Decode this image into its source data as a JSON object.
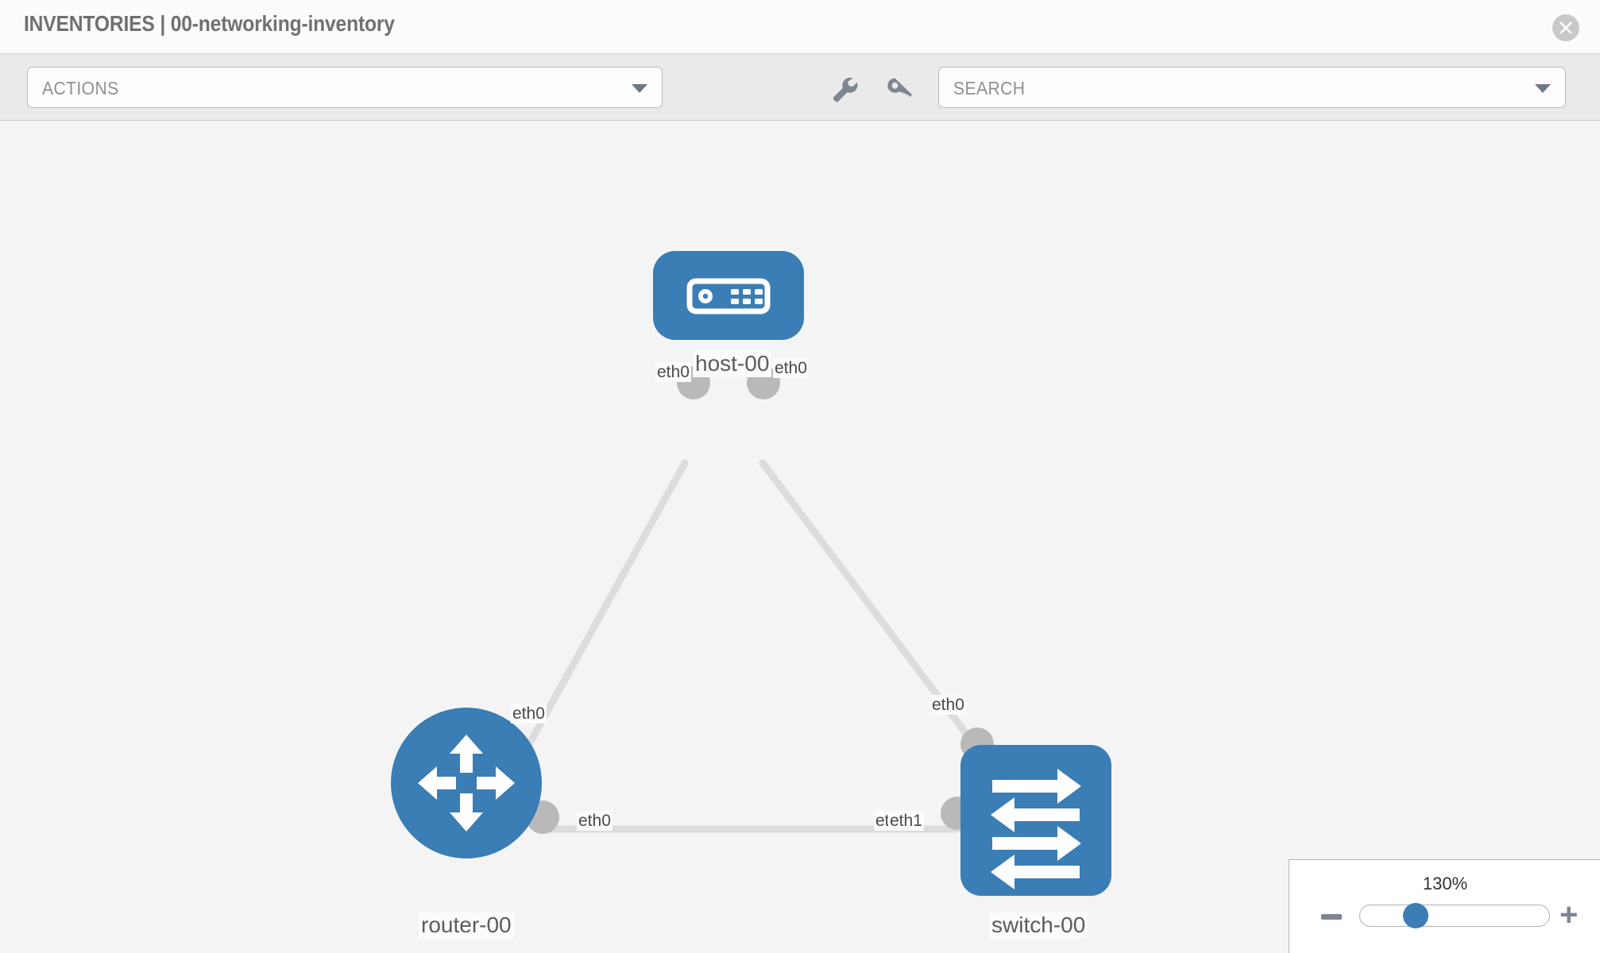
{
  "header": {
    "title": "INVENTORIES | 00-networking-inventory",
    "close_label": "close-icon"
  },
  "toolbar": {
    "actions_label": "ACTIONS",
    "search_placeholder": "SEARCH",
    "wrench_label": "wrench-icon",
    "key_label": "key-icon"
  },
  "topology": {
    "nodes": [
      {
        "id": "host",
        "label": "host-00",
        "type": "host"
      },
      {
        "id": "router",
        "label": "router-00",
        "type": "router"
      },
      {
        "id": "switch",
        "label": "switch-00",
        "type": "switch"
      }
    ],
    "links": [
      {
        "from": "host",
        "to": "router",
        "from_iface": "eth0",
        "to_iface": "eth0"
      },
      {
        "from": "host",
        "to": "switch",
        "from_iface": "eth0",
        "to_iface": "eth0"
      },
      {
        "from": "router",
        "to": "switch",
        "from_iface": "eth0",
        "to_iface": "eth1"
      }
    ],
    "interface_labels": {
      "host_left": "eth0",
      "host_right": "eth0",
      "router_up": "eth0",
      "switch_up": "eth0",
      "router_right": "eth0",
      "switch_left_under": "eth0",
      "switch_left_over": "eth1"
    }
  },
  "zoom_control": {
    "value": "130%",
    "minus_label": "−",
    "plus_label": "+"
  },
  "colors": {
    "node_blue": "#3b7db5",
    "link_gray": "#dcdcdc",
    "nub_gray": "#b9b9b9",
    "canvas_bg": "#f4f4f4",
    "toolbar_bg": "#eaeaea"
  }
}
